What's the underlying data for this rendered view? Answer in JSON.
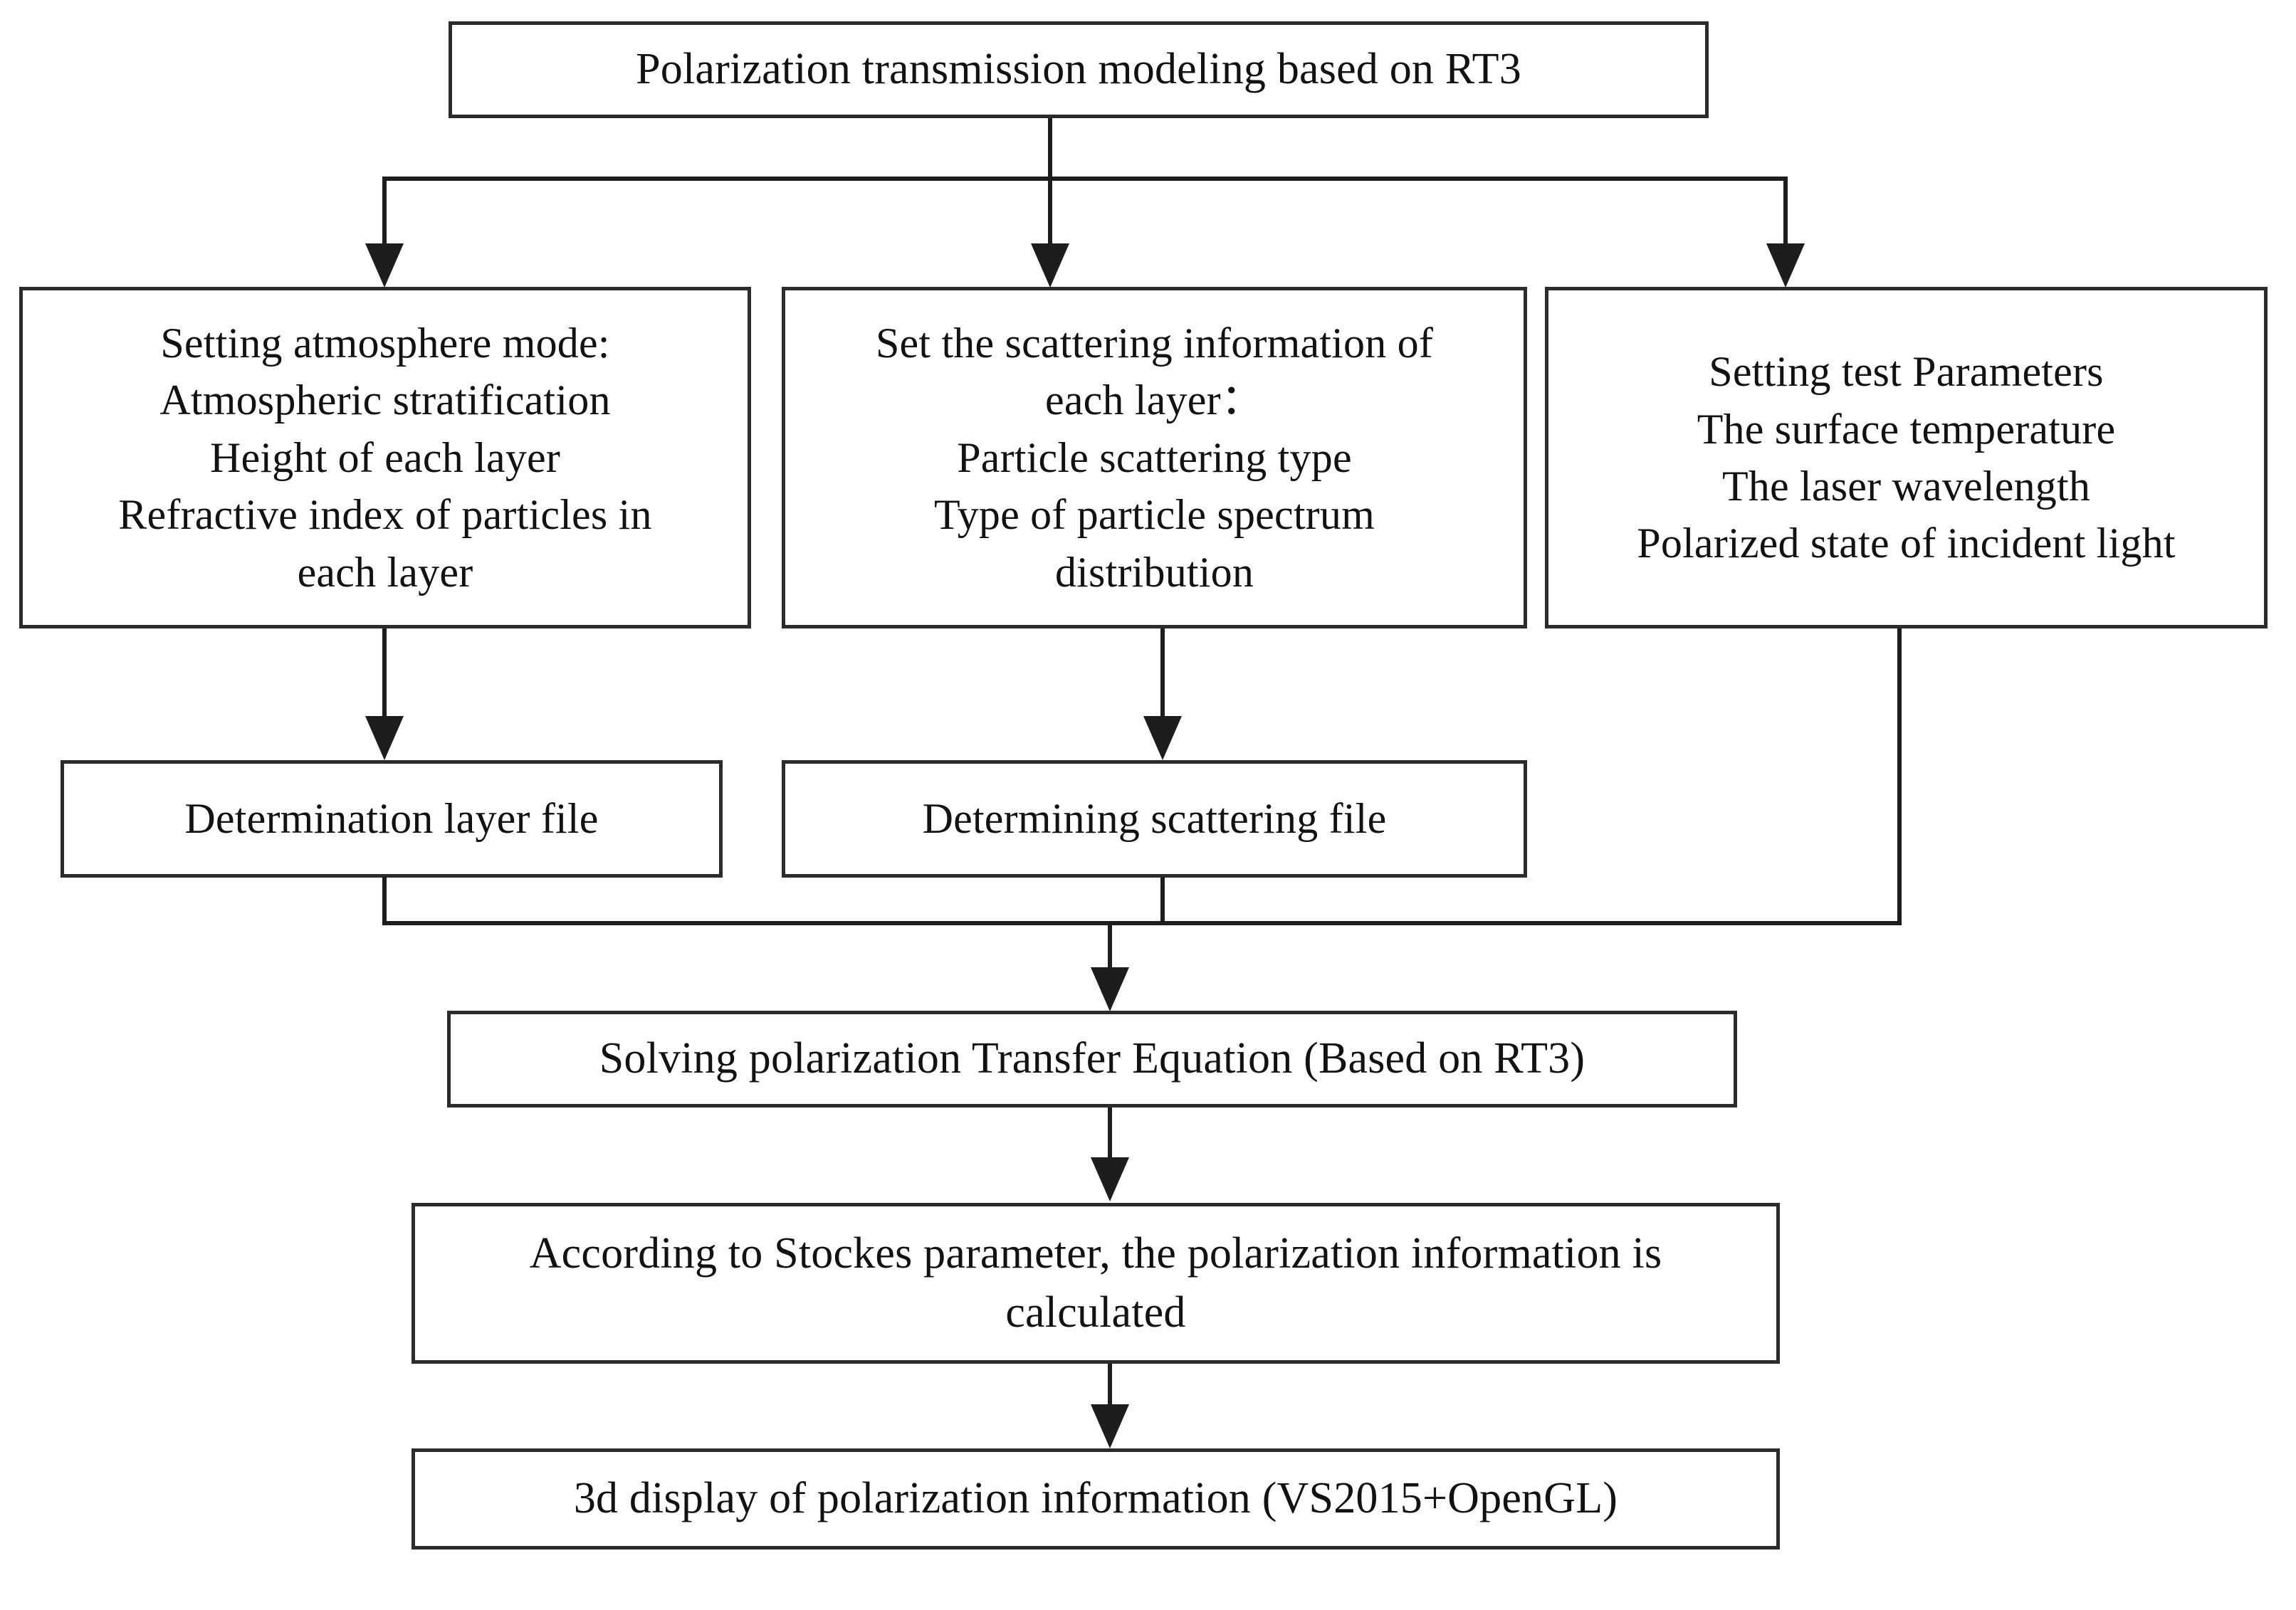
{
  "diagram": {
    "title": "Polarization transmission modeling based on RT3",
    "nodes": {
      "root": "Polarization transmission modeling based on RT3",
      "atmosphere_mode": "Setting atmosphere mode:\nAtmospheric stratification\nHeight of each layer\nRefractive index of particles in\neach layer",
      "scattering_info": "Set the scattering information of\neach layer：\nParticle scattering type\nType of particle spectrum\ndistribution",
      "test_parameters": "Setting test Parameters\nThe surface temperature\nThe laser wavelength\nPolarized state of incident light",
      "layer_file": "Determination layer file",
      "scattering_file": "Determining scattering file",
      "solve_equation": "Solving polarization Transfer Equation (Based on RT3)",
      "stockes_calc": "According to Stockes parameter, the polarization information is\ncalculated",
      "display_3d": "3d display of polarization information (VS2015+OpenGL)"
    },
    "edges": [
      {
        "from": "root",
        "to": "atmosphere_mode",
        "style": "orthogonal-split"
      },
      {
        "from": "root",
        "to": "scattering_info",
        "style": "straight"
      },
      {
        "from": "root",
        "to": "test_parameters",
        "style": "orthogonal-split"
      },
      {
        "from": "atmosphere_mode",
        "to": "layer_file",
        "style": "straight"
      },
      {
        "from": "scattering_info",
        "to": "scattering_file",
        "style": "straight"
      },
      {
        "from": "layer_file",
        "to": "solve_equation",
        "style": "orthogonal-merge"
      },
      {
        "from": "scattering_file",
        "to": "solve_equation",
        "style": "orthogonal-merge"
      },
      {
        "from": "test_parameters",
        "to": "solve_equation",
        "style": "orthogonal-merge"
      },
      {
        "from": "solve_equation",
        "to": "stockes_calc",
        "style": "straight"
      },
      {
        "from": "stockes_calc",
        "to": "display_3d",
        "style": "straight"
      }
    ],
    "colors": {
      "box_border": "#2b2b2b",
      "connector": "#1d1d1d",
      "text": "#121212",
      "background": "#ffffff"
    }
  }
}
